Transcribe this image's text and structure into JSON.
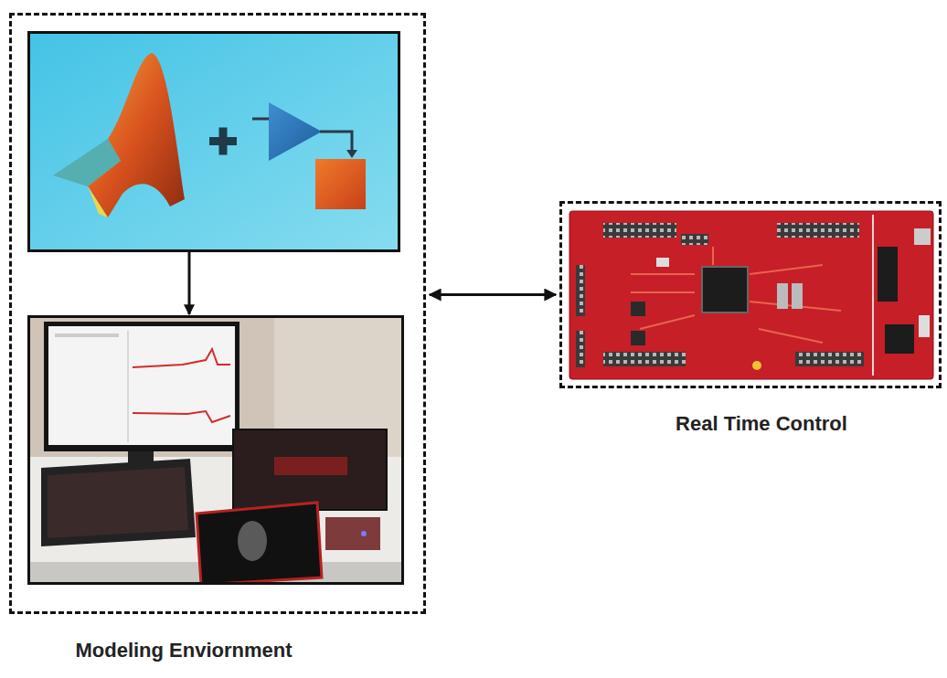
{
  "diagram": {
    "nodes": [
      {
        "text": [
          "Modeling Enviornment"
        ]
      },
      {
        "text": [
          "Real Time Control"
        ]
      }
    ],
    "edges": [
      {
        "from": 0,
        "to": 1,
        "arrow": "both"
      }
    ]
  }
}
